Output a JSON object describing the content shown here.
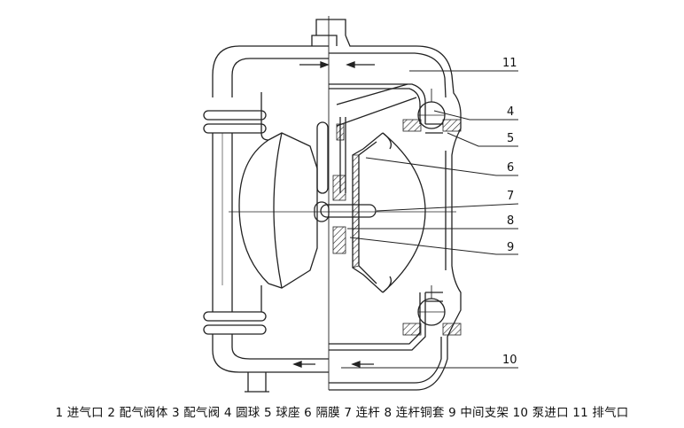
{
  "diagram": {
    "callouts": [
      {
        "id": "11",
        "label": "11"
      },
      {
        "id": "4",
        "label": "4"
      },
      {
        "id": "5",
        "label": "5"
      },
      {
        "id": "6",
        "label": "6"
      },
      {
        "id": "7",
        "label": "7"
      },
      {
        "id": "8",
        "label": "8"
      },
      {
        "id": "9",
        "label": "9"
      },
      {
        "id": "10",
        "label": "10"
      }
    ],
    "caption": "1 进气口 2 配气阀体 3 配气阀 4 圆球 5 球座 6 隔膜 7 连杆 8 连杆铜套 9 中间支架 10 泵进口 11 排气口"
  }
}
